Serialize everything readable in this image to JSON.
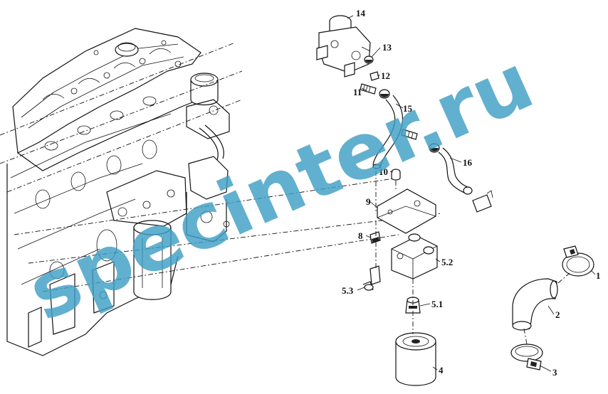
{
  "callouts": {
    "c14": "14",
    "c13": "13",
    "c12": "12",
    "c11": "11",
    "c15": "15",
    "c16": "16",
    "c10": "10",
    "c9": "9",
    "c8": "8",
    "c52": "5.2",
    "c53": "5.3",
    "c51": "5.1",
    "c4": "4",
    "c1": "1",
    "c2": "2",
    "c3": "3"
  },
  "watermark": "specinter.ru",
  "colors": {
    "watermark": "#3f9fc4",
    "ink": "#111111"
  }
}
